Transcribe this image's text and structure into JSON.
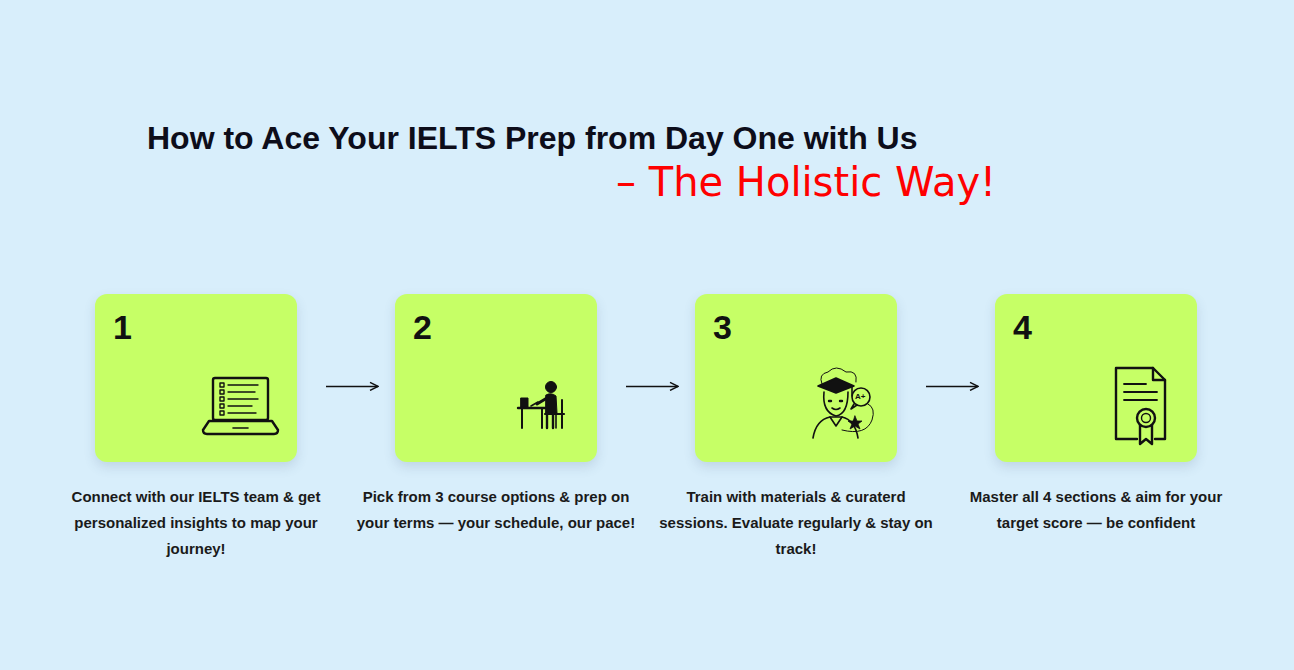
{
  "diagram": {
    "title": "How to Ace Your IELTS Prep from Day One with Us",
    "nodes": [
      {
        "text": [
          "1",
          "Connect with our IELTS team & get personalized insights to map your journey!"
        ]
      },
      {
        "text": [
          "2",
          "Pick from 3 course options & prep on your terms — your schedule, our pace!"
        ]
      },
      {
        "text": [
          "3",
          "Train with materials & curaterd sessions. Evaluate regularly & stay on track!"
        ]
      },
      {
        "text": [
          "4",
          "Master all 4 sections & aim for your target score — be confident"
        ]
      }
    ],
    "edges": [
      {
        "from": 0,
        "to": 1,
        "arrow": "to"
      },
      {
        "from": 1,
        "to": 2,
        "arrow": "to"
      },
      {
        "from": 2,
        "to": 3,
        "arrow": "to"
      }
    ],
    "labels": [
      "– The Holistic Way!",
      "A+"
    ]
  }
}
